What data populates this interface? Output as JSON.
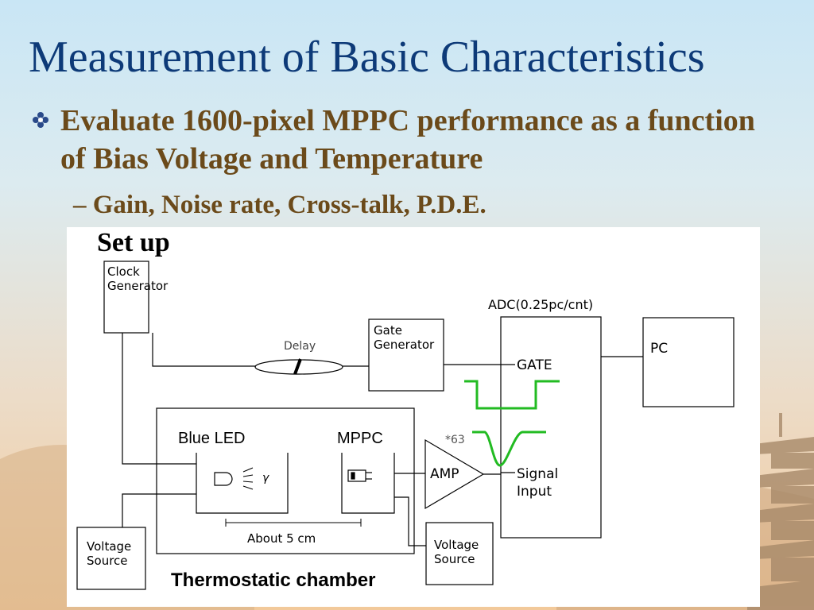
{
  "slide": {
    "title": "Measurement of Basic Characteristics",
    "bullet": "Evaluate 1600-pixel MPPC performance as a function of  Bias Voltage and Temperature",
    "sub_bullet": "– Gain, Noise rate, Cross-talk, P.D.E.",
    "bullet_icon": "flower-bullet-icon",
    "colors": {
      "title": "#0d3a78",
      "body": "#6b4a1a",
      "signal": "#22bb22"
    }
  },
  "diagram": {
    "setup_label": "Set up",
    "clock_generator": [
      "Clock",
      "Generator"
    ],
    "delay": "Delay",
    "gate_generator": [
      "Gate",
      "Generator"
    ],
    "adc": "ADC(0.25pc/cnt)",
    "gate": "GATE",
    "pc": "PC",
    "signal_input": [
      "Signal",
      "Input"
    ],
    "amp": "AMP",
    "amp_gain": "*63",
    "blue_led": "Blue LED",
    "mppc": "MPPC",
    "gamma": "γ",
    "distance": "About 5 cm",
    "voltage_source": [
      "Voltage",
      "Source"
    ],
    "chamber": "Thermostatic chamber"
  }
}
